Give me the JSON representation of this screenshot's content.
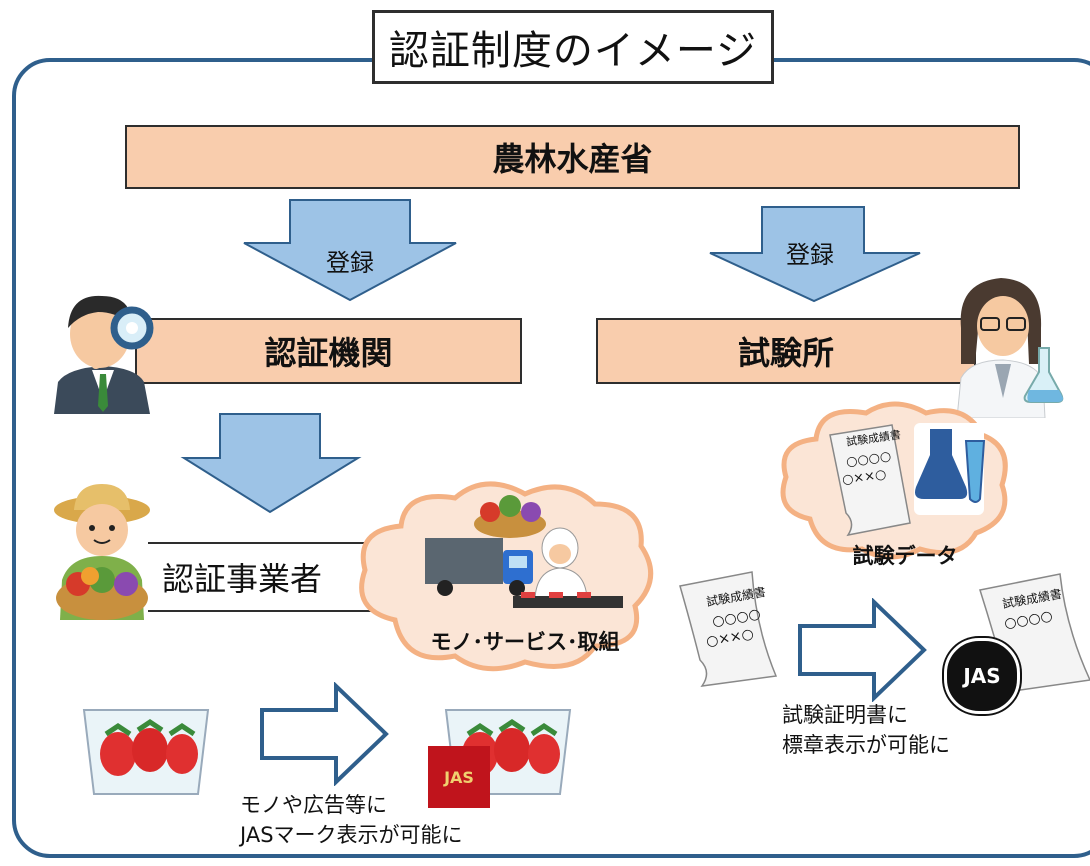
{
  "title": "認証制度のイメージ",
  "ministry": "農林水産省",
  "register_left": "登録",
  "register_right": "登録",
  "cert_body": "認証機関",
  "test_lab": "試験所",
  "operator": "認証事業者",
  "products_label": "モノ･サービス･取組",
  "test_data_label": "試験データ",
  "report_title": "試験成績書",
  "report_circles": "○○○○",
  "report_marks": "○××○",
  "jas_logo": "JAS",
  "caption_left": [
    "モノや広告等に",
    "JASマーク表示が可能に"
  ],
  "caption_right": [
    "試験証明書に",
    "標章表示が可能に"
  ],
  "colors": {
    "frame": "#2f5f8c",
    "bar": "#f9cdad",
    "arrow": "#9dc3e6",
    "cloud": "#fbe5d6",
    "cloud_stroke": "#f4b183"
  }
}
